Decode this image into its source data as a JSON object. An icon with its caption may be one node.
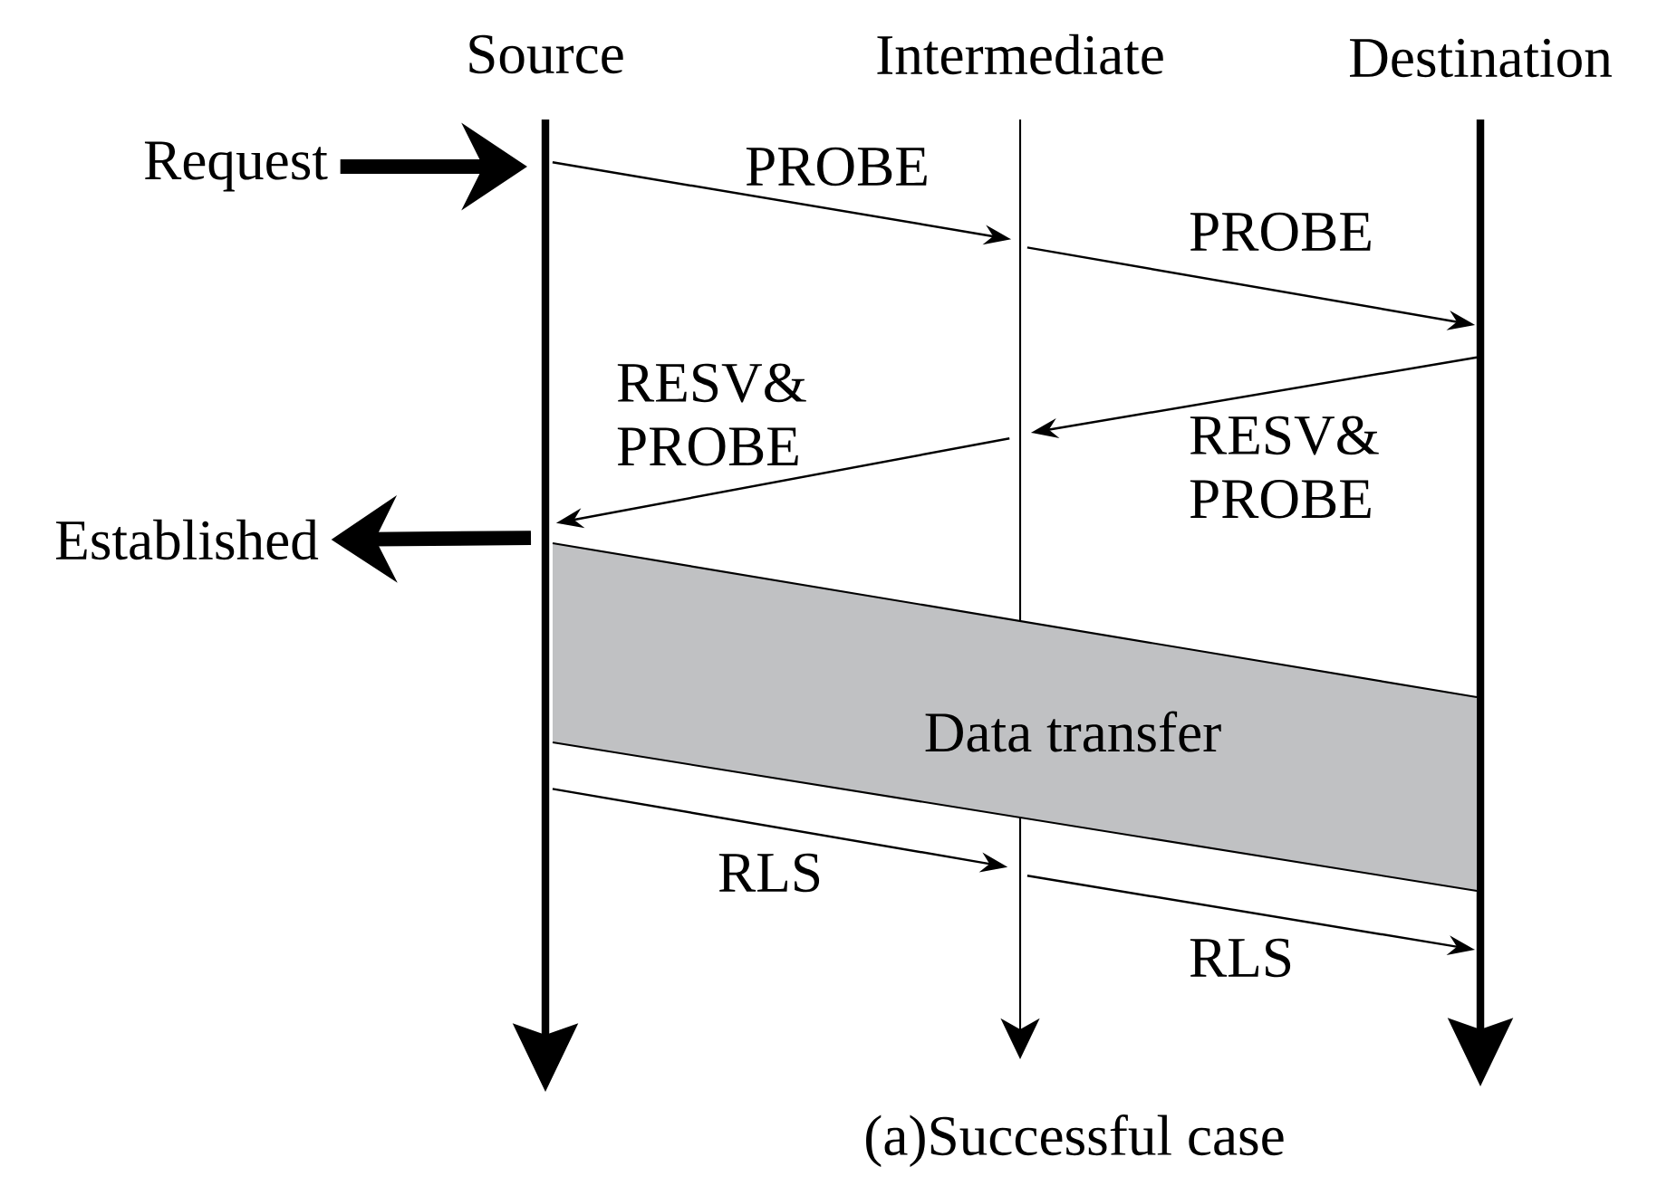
{
  "diagram": {
    "caption": "(a)Successful case",
    "nodes": [
      {
        "text": [],
        "shape": "bar",
        "beside": [
          "Source"
        ]
      },
      {
        "text": [],
        "shape": "bar",
        "beside": [
          "Intermediate"
        ]
      },
      {
        "text": [],
        "shape": "bar",
        "beside": [
          "Destination"
        ]
      },
      {
        "text": [
          "Request"
        ]
      },
      {
        "text": [
          "Established"
        ]
      },
      {
        "text": [
          "Data transfer"
        ]
      }
    ],
    "edges": [
      {
        "from": 3,
        "to": 0,
        "arrow": "to",
        "style": "thick"
      },
      {
        "from": 0,
        "to": 4,
        "arrow": "to",
        "style": "thick"
      },
      {
        "from": 0,
        "to": 1,
        "arrow": "to",
        "label": "PROBE"
      },
      {
        "from": 1,
        "to": 2,
        "arrow": "to",
        "label": "PROBE"
      },
      {
        "from": 2,
        "to": 1,
        "arrow": "to",
        "label": "RESV& PROBE"
      },
      {
        "from": 1,
        "to": 0,
        "arrow": "to",
        "label": "RESV& PROBE"
      },
      {
        "from": 0,
        "to": 1,
        "arrow": "to",
        "label": "RLS"
      },
      {
        "from": 1,
        "to": 2,
        "arrow": "to",
        "label": "RLS"
      }
    ]
  }
}
